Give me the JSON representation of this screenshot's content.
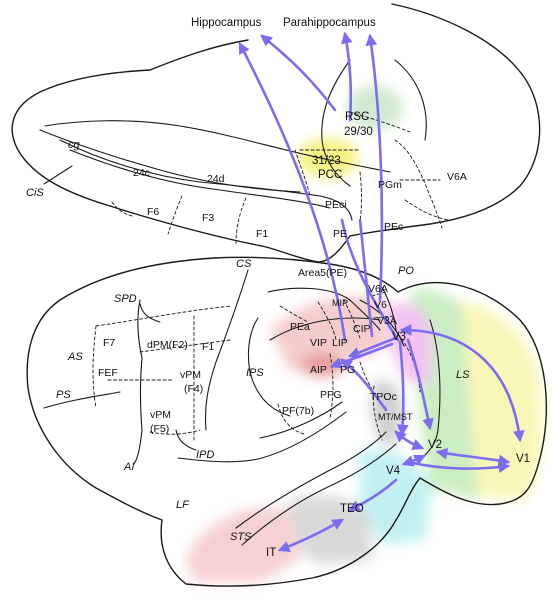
{
  "title": "",
  "colors": {
    "arrow": "#7b6cf0",
    "rsc_green": "#cfe9cf",
    "pcc_yellow": "#f4f27a",
    "v1_yellow": "#f8f6b4",
    "v2_green": "#c8edc0",
    "v3_pink": "#f2bff2",
    "mt_gray": "#cfcfcf",
    "v4_cyan": "#bff0f2",
    "teo_gray": "#d8d8d8",
    "it_pink": "#f6cfcf",
    "parietal_pink": "#f4caca",
    "aip_red": "#e99a9a"
  },
  "medial": {
    "targets": {
      "hippocampus": "Hippocampus",
      "parahippocampus": "Parahippocampus"
    },
    "areas": {
      "cg": "cg",
      "cis": "CiS",
      "a24c": "24c",
      "a24d": "24d",
      "f6": "F6",
      "f3": "F3",
      "f1": "F1",
      "rsc": "RSC",
      "rsc_num": "29/30",
      "pcc_num": "31/23",
      "pcc": "PCC",
      "pgm": "PGm",
      "v6a": "V6A",
      "peci": "PEci",
      "pe": "PE",
      "pec": "PEc"
    }
  },
  "lateral": {
    "sulci": {
      "cs": "CS",
      "spd": "SPD",
      "as": "AS",
      "ps": "PS",
      "ips": "IPS",
      "ls": "LS",
      "ipd": "IPD",
      "ai": "AI",
      "lf": "LF",
      "sts": "STS",
      "po": "PO"
    },
    "areas": {
      "area5": "Area5(PE)",
      "v6a": "V6A",
      "v6": "V6",
      "v3a": "V3A",
      "v3": "V3",
      "mip": "MIP",
      "pea": "PEa",
      "vip": "VIP",
      "lip": "LIP",
      "cip": "CIP",
      "aip": "AIP",
      "pg": "PG",
      "pfg": "PFG",
      "pf": "PF(7b)",
      "tpoc": "TPOc",
      "mtmst": "MT/MST",
      "f7": "F7",
      "dpm": "dPM(F2)",
      "f1": "F1",
      "fef": "FEF",
      "vpm_f4a": "vPM",
      "vpm_f4b": "(F4)",
      "vpm_f5a": "vPM",
      "vpm_f5b": "(F5)",
      "v2": "V2",
      "v1": "V1",
      "v4": "V4",
      "teo": "TEO",
      "it": "IT"
    }
  }
}
